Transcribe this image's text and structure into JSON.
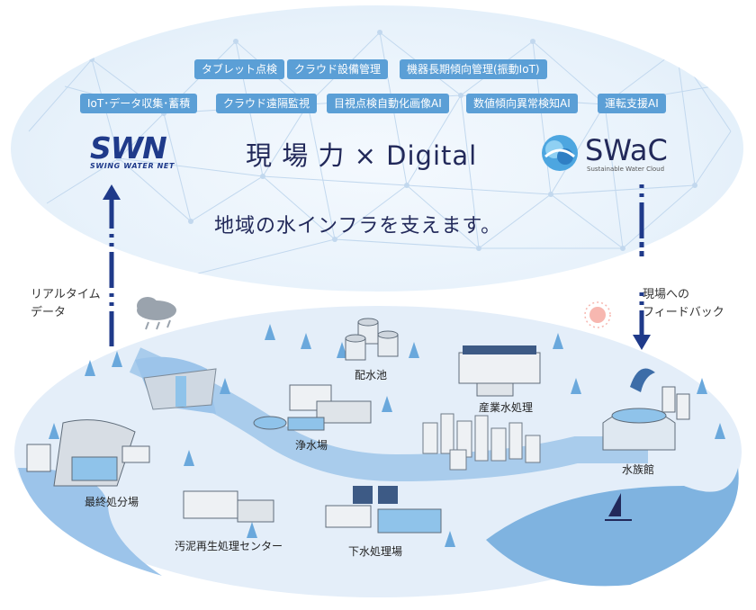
{
  "tags_row1": [
    "タブレット点検",
    "クラウド設備管理",
    "機器長期傾向管理(振動IoT)"
  ],
  "tags_row2": [
    "IoT･データ収集･蓄積",
    "クラウド遠隔監視",
    "目視点検自動化画像AI",
    "数値傾向異常検知AI",
    "運転支援AI"
  ],
  "headline": "現 場 力 × Digital",
  "subline": "地域の水インフラを支えます。",
  "swn": {
    "logo_text": "SWN",
    "tagline": "SWING WATER NET"
  },
  "swac": {
    "logo_text": "SWaC",
    "tagline": "Sustainable Water Cloud"
  },
  "left_label": [
    "リアルタイム",
    "データ"
  ],
  "right_label": [
    "現場への",
    "フィードバック"
  ],
  "places": {
    "haisuichi": "配水池",
    "sangyo": "産業水処理",
    "josui": "浄水場",
    "saishu": "最終処分場",
    "suizokukan": "水族館",
    "odei": "汚泥再生処理センター",
    "gesui": "下水処理場"
  },
  "colors": {
    "tag": "#5b9fd6",
    "arrow": "#1f3a8a",
    "land": "#e4eef9",
    "water": "#7fb3e0"
  }
}
